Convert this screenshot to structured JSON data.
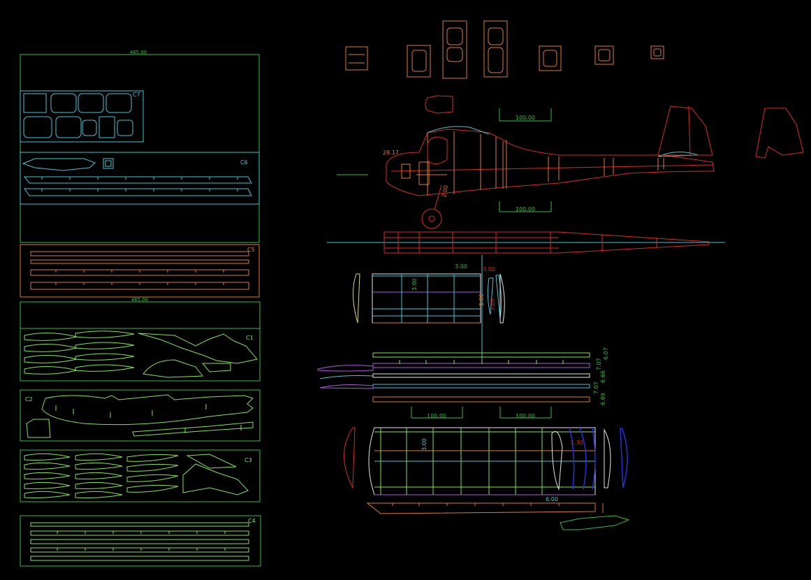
{
  "colors": {
    "background": "#000000",
    "green": "#2fbf3a",
    "lime": "#7ee84a",
    "cyan": "#3ec9d8",
    "orange": "#e07a2e",
    "red": "#e0281c",
    "purple": "#b455e0",
    "blue": "#2233e0"
  },
  "sheets": {
    "top_width_dim": "465.00",
    "lower_width_dim": "465.00",
    "c7": "C7",
    "c6": "C6",
    "c5": "C5",
    "c1": "C1",
    "c2": "C2",
    "c3": "C3",
    "c4": "C4"
  },
  "dimensions": {
    "scale_top": "100.00",
    "scale_mid": "100.00",
    "angle": "28.17",
    "gear_strut": "2.00",
    "tail_a": "3.00",
    "tail_b": "3.00",
    "stab_chord": "3.00",
    "fin_a": "3.00",
    "fin_b": "3.00",
    "spar_a": "6.07",
    "spar_b": "7.07",
    "spar_c": "6.66",
    "spar_d": "7.07",
    "spar_e": "6.69",
    "scale_low_left": "100.00",
    "scale_low_right": "100.00",
    "wing_chord": "3.00",
    "aileron": "1.30",
    "wing_tip": "6.00"
  }
}
